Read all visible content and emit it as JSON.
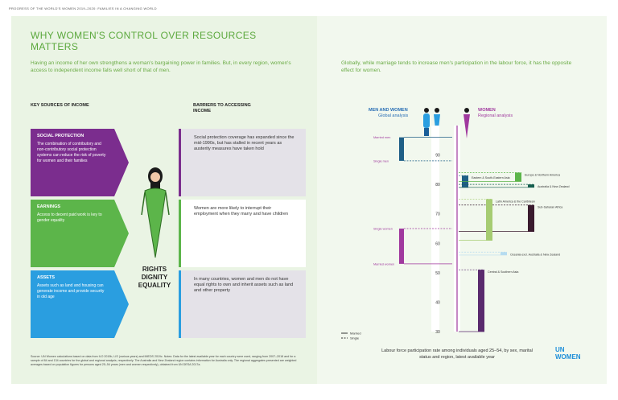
{
  "header": "PROGRESS OF THE WORLD'S WOMEN 2019–2020: FAMILIES IN A CHANGING WORLD",
  "title": "WHY WOMEN'S CONTROL OVER RESOURCES MATTERS",
  "intro": "Having an income of her own strengthens a woman's bargaining power in families. But, in every region, women's access to independent income falls well short of that of men.",
  "right_intro": "Globally, while marriage tends to increase men's participation in the labour force, it has the opposite effect for women.",
  "left_col_head": "KEY SOURCES OF INCOME",
  "right_col_head": "BARRIERS TO ACCESSING INCOME",
  "sources": [
    {
      "title": "SOCIAL PROTECTION",
      "text": "The combination of contributory and non-contributory social protection systems can reduce the risk of poverty for women and their families",
      "barrier": "Social protection coverage has expanded since the mid-1990s, but has stalled in recent years as austerity measures have taken hold",
      "color": "#7b2d8e"
    },
    {
      "title": "EARNINGS",
      "text": "Access to decent paid work is key to gender equality",
      "barrier": "Women are more likely to interrupt their employment when they marry and have children",
      "color": "#5cb54a"
    },
    {
      "title": "ASSETS",
      "text": "Assets such as land and housing can generate income and provide security in old age",
      "barrier": "In many countries, women and men do not have equal rights to own and inherit assets such as land and other property",
      "color": "#2a9ee0"
    }
  ],
  "center_label": [
    "RIGHTS",
    "DIGNITY",
    "EQUALITY"
  ],
  "notes": "Source: UN Women calculations based on data from ILO 2019b, LIS (various years) and IMEDS 2019c. Notes: Data for the latest available year for each country were used, ranging from 2007–2018 and for a sample of 84 and 134 countries for the global and regional analysis, respectively. The Australia and New Zealand region contains information for Australia only. The regional aggregates presented are weighted averages based on population figures for persons aged 25–54 years (men and women respectively), obtained from UN DESA 2017a.",
  "caption": "Labour force participation rate among individuals aged 25–54, by sex, marital status and region, latest available year",
  "logo": [
    "UN",
    "WOMEN"
  ],
  "chart_data": {
    "type": "bar",
    "global_label": "MEN AND WOMEN\nGlobal analysis",
    "regional_label": "WOMEN\nRegional analysis",
    "yticks": [
      30,
      40,
      50,
      60,
      70,
      80,
      90
    ],
    "ylim": [
      30,
      100
    ],
    "legend": [
      "Married",
      "Single"
    ],
    "global": [
      {
        "label": "Married men",
        "married": 96,
        "single": 88,
        "color": "#1f5f86",
        "series": "men"
      },
      {
        "label": "Single women",
        "married": 53,
        "single": 65,
        "color": "#a0399e",
        "series": "women"
      }
    ],
    "regions": [
      {
        "name": "Eastern & South-Eastern Asia",
        "married": 79,
        "single": 83,
        "color": "#1f5f86"
      },
      {
        "name": "Europe & Northern America",
        "married": 81,
        "single": 84,
        "color": "#5cb54a"
      },
      {
        "name": "Australia & New Zealand",
        "married": 79,
        "single": 80,
        "color": "#155e4e"
      },
      {
        "name": "Sub-Saharan Africa",
        "married": 64,
        "single": 73,
        "color": "#3a1b2e"
      },
      {
        "name": "Latin America & the Caribbean",
        "married": 61,
        "single": 75,
        "color": "#a6cc72"
      },
      {
        "name": "Oceania excl. Australia & New Zealand",
        "married": 56,
        "single": 57,
        "color": "#b6dcf0"
      },
      {
        "name": "Central & Southern Asia",
        "married": 30,
        "single": 51,
        "color": "#5a2a6e"
      }
    ]
  },
  "labels": {
    "married_men": "Married men",
    "single_men": "Single men",
    "single_women": "Single women",
    "married_women": "Married women"
  }
}
